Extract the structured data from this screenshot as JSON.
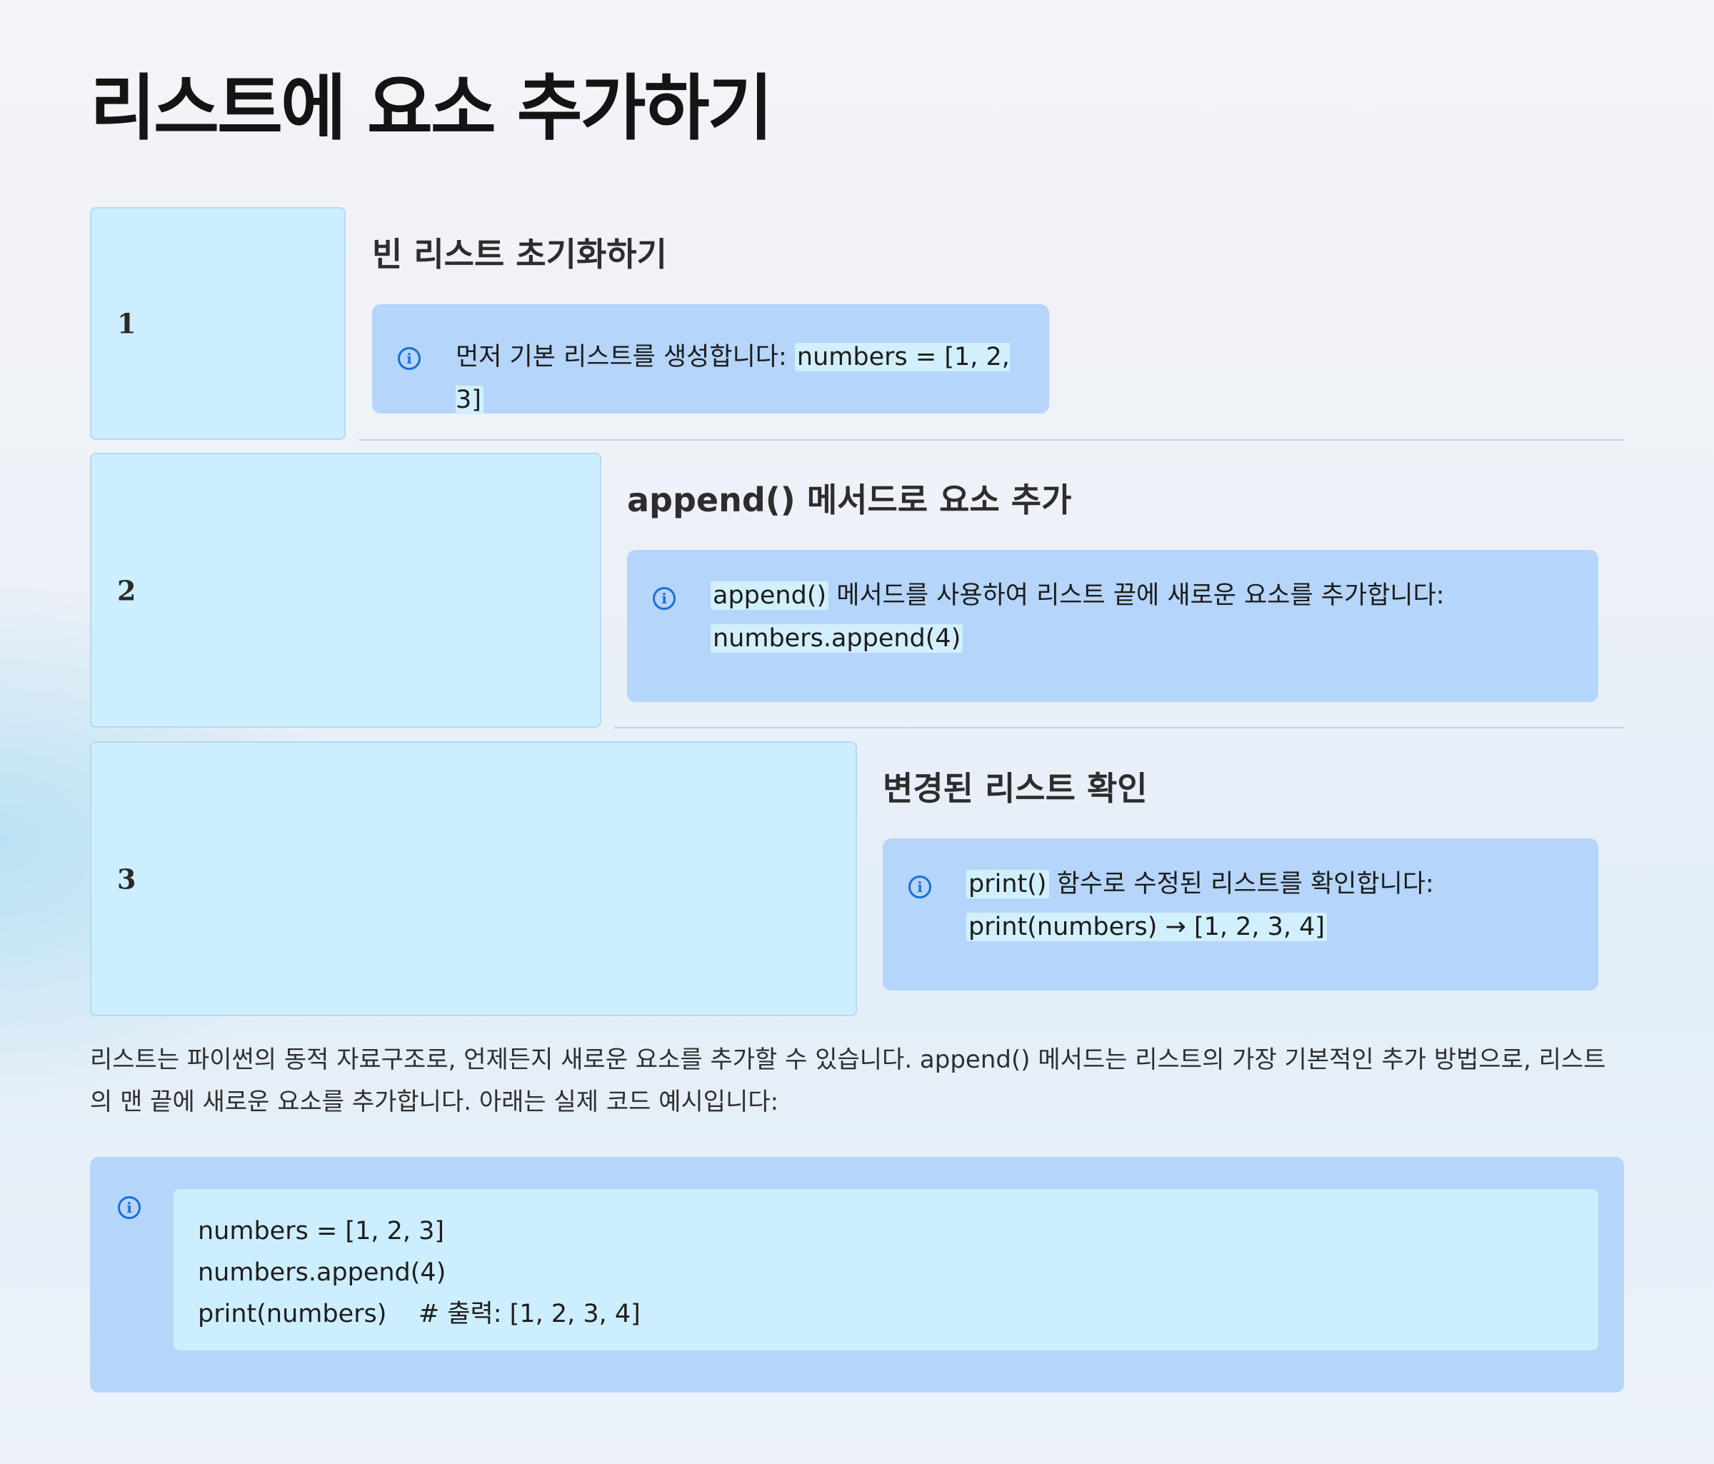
{
  "page": {
    "title": "리스트에 요소 추가하기"
  },
  "steps": [
    {
      "number": "1",
      "title": "빈 리스트 초기화하기",
      "text_before": "먼저 기본 리스트를 생성합니다: ",
      "code_1": "numbers = [1, 2, 3]",
      "icon": "info-icon"
    },
    {
      "number": "2",
      "title": "append() 메서드로 요소 추가",
      "code_1": "append()",
      "text_after": " 메서드를 사용하여 리스트 끝에 새로운 요소를 추가합니다:",
      "code_2": "numbers.append(4)",
      "icon": "info-icon"
    },
    {
      "number": "3",
      "title": "변경된 리스트 확인",
      "code_1": "print()",
      "text_after": " 함수로 수정된 리스트를 확인합니다:",
      "code_2": "print(numbers) → [1, 2, 3, 4]",
      "icon": "info-icon"
    }
  ],
  "description": "리스트는 파이썬의 동적 자료구조로, 언제든지 새로운 요소를 추가할 수 있습니다. append() 메서드는 리스트의 가장 기본적인 추가 방법으로, 리스트의 맨 끝에 새로운 요소를 추가합니다. 아래는 실제 코드 예시입니다:",
  "code_example": {
    "icon": "info-icon",
    "lines": [
      "numbers = [1, 2, 3]",
      "numbers.append(4)",
      "print(numbers)    # 출력: [1, 2, 3, 4]"
    ]
  },
  "colors": {
    "step_box": "#cdeefe",
    "info_box": "#b5d5fa",
    "icon": "#1a6fd6",
    "divider": "#b9d6ea"
  }
}
